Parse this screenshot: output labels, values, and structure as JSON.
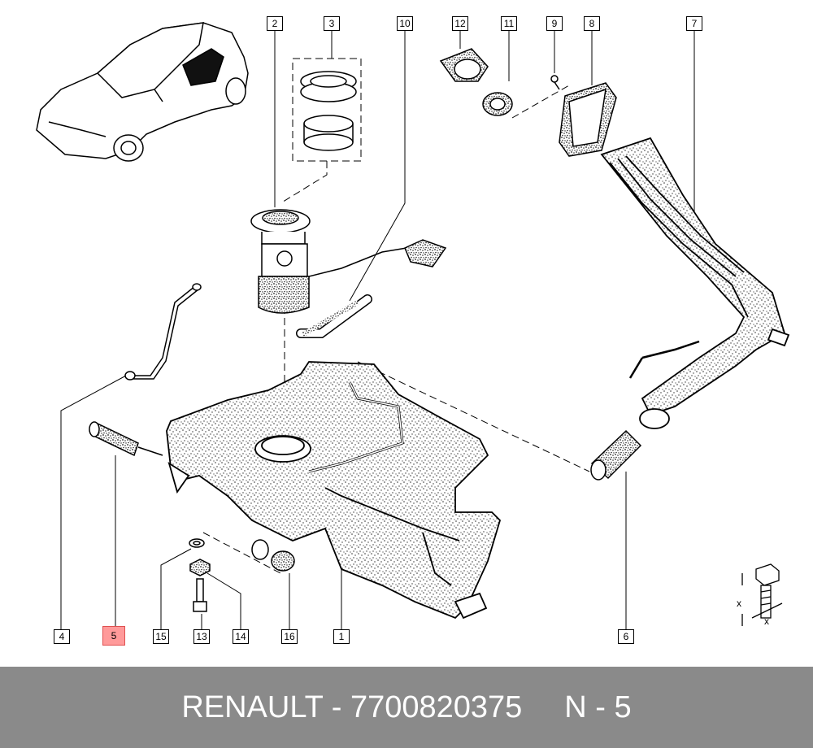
{
  "callouts": {
    "c1": "1",
    "c2": "2",
    "c3": "3",
    "c4": "4",
    "c5": "5",
    "c6": "6",
    "c7": "7",
    "c8": "8",
    "c9": "9",
    "c10": "10",
    "c11": "11",
    "c12": "12",
    "c13": "13",
    "c14": "14",
    "c15": "15",
    "c16": "16"
  },
  "highlight_color": "#ff9a9a",
  "footer": {
    "brand_part": "RENAULT - 7700820375",
    "position": "N - 5"
  },
  "footer_color": "#8a8a8a",
  "torque_icon": {
    "label_x1": "x",
    "label_x2": "x"
  }
}
